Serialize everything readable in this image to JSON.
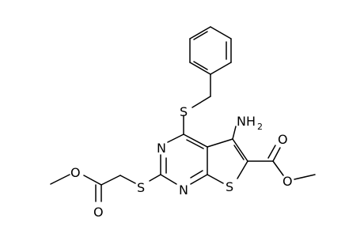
{
  "molecule": {
    "atom_labels": {
      "s_benzyl": "S",
      "n3": "N",
      "n1": "N",
      "s_thio2": "S",
      "s_thiophene": "S",
      "o_ester_right_carbonyl": "O",
      "o_ester_right_ether": "O",
      "o_ester_left_carbonyl": "O",
      "o_ester_left_ether": "O",
      "amino_n": "NH",
      "amino_h_count": "2"
    },
    "colors": {
      "bond": "#000000",
      "text": "#000000",
      "background": "#ffffff"
    }
  }
}
